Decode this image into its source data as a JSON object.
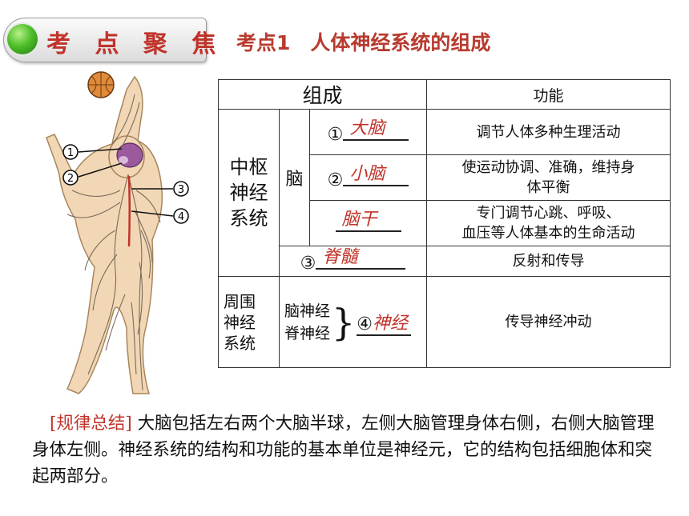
{
  "header": {
    "section_title": "考 点 聚 焦",
    "subtitle": "考点1　人体神经系统的组成"
  },
  "figure": {
    "labels": [
      "1",
      "2",
      "3",
      "4"
    ]
  },
  "table": {
    "head_col1": "组成",
    "head_col2": "功能",
    "central": "中枢神经系统",
    "central_lines": [
      "中枢",
      "神经",
      "系统"
    ],
    "brain": "脑",
    "rows": [
      {
        "num": "①",
        "answer": "大脑",
        "function_lines": [
          "调节人体多种生理活动"
        ]
      },
      {
        "num": "②",
        "answer": "小脑",
        "function_lines": [
          "使运动协调、准确，维持身",
          "体平衡"
        ]
      },
      {
        "num": "",
        "answer": "脑干",
        "function_lines": [
          "专门调节心跳、呼吸、",
          "血压等人体基本的生命活动"
        ]
      }
    ],
    "spinal": {
      "num": "③",
      "answer": "脊髓",
      "function": "反射和传导"
    },
    "peripheral_lines": [
      "周围",
      "神经",
      "系统"
    ],
    "peripheral_items": [
      "脑神经",
      "脊神经"
    ],
    "peripheral_num": "④",
    "peripheral_answer": "神经",
    "peripheral_function": "传导神经冲动"
  },
  "summary": {
    "label": "[规律总结]",
    "text": " 大脑包括左右两个大脑半球，左侧大脑管理身体右侧，右侧大脑管理身体左侧。神经系统的结构和功能的基本单位是神经元，它的结构包括细胞体和突起两部分。"
  },
  "colors": {
    "accent": "#c0332a",
    "header_green": "#4fbf2a"
  }
}
